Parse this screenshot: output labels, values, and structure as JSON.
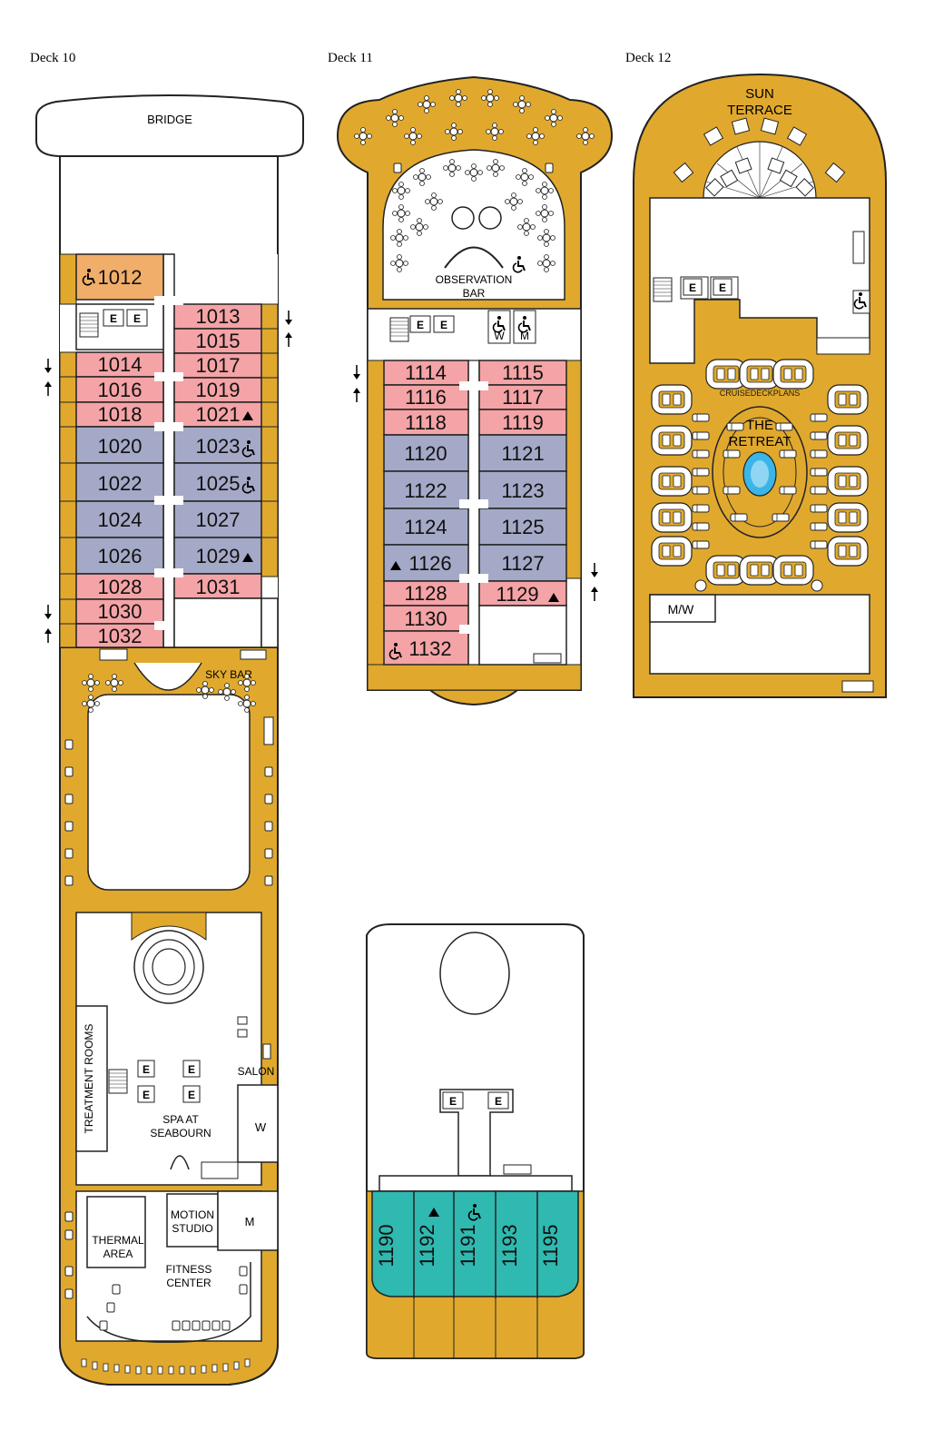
{
  "decks": [
    {
      "title": "Deck 10"
    },
    {
      "title": "Deck 11"
    },
    {
      "title": "Deck 12"
    }
  ],
  "colors": {
    "teak": "#E0A92E",
    "veranda": "#F4A3A6",
    "ocean_suite": "#A4A9C7",
    "owner": "#F1AE6A",
    "premier": "#2FB9B0",
    "pool": "#3BB5E8",
    "outline": "#222222"
  },
  "deck10": {
    "areas": {
      "bridge": "BRIDGE",
      "sky_bar": "SKY BAR",
      "treatment": "TREATMENT ROOMS",
      "salon": "SALON",
      "spa": [
        "SPA AT",
        "SEABOURN"
      ],
      "women": "W",
      "men": "M",
      "motion": [
        "MOTION",
        "STUDIO"
      ],
      "thermal": [
        "THERMAL",
        "AREA"
      ],
      "fitness": [
        "FITNESS",
        "CENTER"
      ],
      "elevator": "E"
    },
    "cabins": {
      "c1012": "1012",
      "c1013": "1013",
      "c1015": "1015",
      "c1014": "1014",
      "c1017": "1017",
      "c1016": "1016",
      "c1019": "1019",
      "c1018": "1018",
      "c1021": "1021",
      "c1020": "1020",
      "c1023": "1023",
      "c1022": "1022",
      "c1025": "1025",
      "c1024": "1024",
      "c1027": "1027",
      "c1026": "1026",
      "c1029": "1029",
      "c1028": "1028",
      "c1031": "1031",
      "c1030": "1030",
      "c1032": "1032"
    }
  },
  "deck11": {
    "areas": {
      "observation": [
        "OBSERVATION",
        "BAR"
      ],
      "women": "W",
      "men": "M",
      "elevator": "E"
    },
    "cabins": {
      "c1114": "1114",
      "c1115": "1115",
      "c1116": "1116",
      "c1117": "1117",
      "c1118": "1118",
      "c1119": "1119",
      "c1120": "1120",
      "c1121": "1121",
      "c1122": "1122",
      "c1123": "1123",
      "c1124": "1124",
      "c1125": "1125",
      "c1126": "1126",
      "c1127": "1127",
      "c1128": "1128",
      "c1129": "1129",
      "c1130": "1130",
      "c1132": "1132"
    },
    "aft_cabins": {
      "c1190": "1190",
      "c1192": "1192",
      "c1191": "1191",
      "c1193": "1193",
      "c1195": "1195"
    }
  },
  "deck12": {
    "areas": {
      "sun_terrace": [
        "SUN",
        "TERRACE"
      ],
      "retreat": [
        "THE",
        "RETREAT"
      ],
      "watermark": "CRUISEDECKPLANS",
      "mw": "M/W",
      "elevator": "E"
    }
  }
}
